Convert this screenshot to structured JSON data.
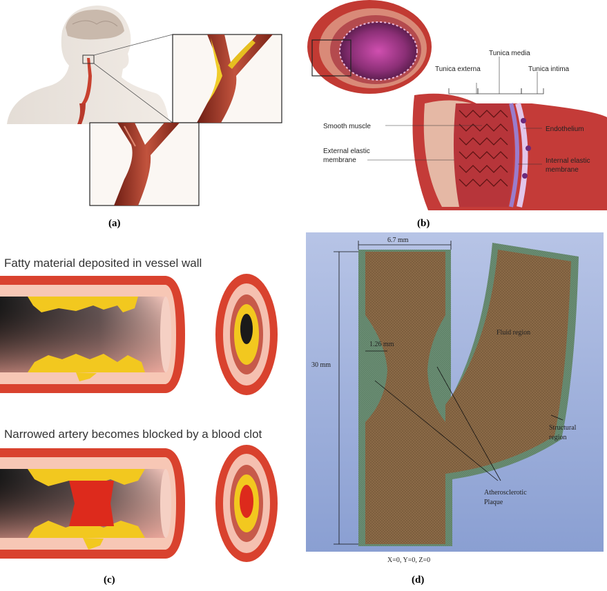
{
  "panels": {
    "a": {
      "caption": "(a)"
    },
    "b": {
      "caption": "(b)",
      "labels": {
        "tunica_media": "Tunica media",
        "tunica_externa": "Tunica externa",
        "tunica_intima": "Tunica intima",
        "smooth_muscle": "Smooth muscle",
        "endothelium": "Endothelium",
        "external_elastic_1": "External elastic",
        "external_elastic_2": "membrane",
        "internal_elastic_1": "Internal elastic",
        "internal_elastic_2": "membrane"
      }
    },
    "c": {
      "caption": "(c)",
      "title_top": "Fatty material deposited in vessel wall",
      "title_bottom": "Narrowed artery becomes blocked by a blood clot"
    },
    "d": {
      "caption": "(d)",
      "width_label": "6.7 mm",
      "height_label": "30 mm",
      "plaque_label": "1.26 mm",
      "fluid_label": "Fluid region",
      "structural_1": "Structural",
      "structural_2": "region",
      "athero_1": "Atherosclerotic",
      "athero_2": "Plaque",
      "origin_label": "X=0, Y=0, Z=0"
    }
  },
  "colors": {
    "artery_red": "#b83a2c",
    "plaque_yellow": "#f2c81f",
    "mesh_brown": "#8b6a47",
    "mesh_green": "#6a8d73",
    "bg_blue": "#9fb0d9",
    "clot_red": "#dd2a1c"
  }
}
